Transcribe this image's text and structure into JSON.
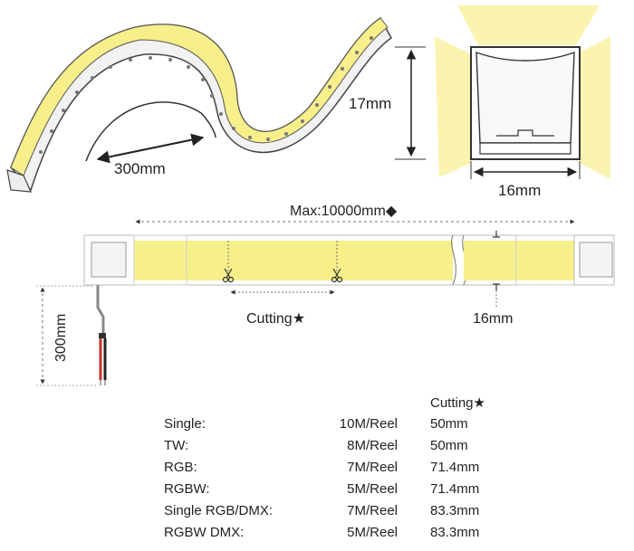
{
  "labels": {
    "bend_length": "300mm",
    "height": "17mm",
    "width_profile": "16mm",
    "max_length": "Max:10000mm◆",
    "cutting": "Cutting★",
    "width_strip": "16mm",
    "lead_length": "300mm"
  },
  "spec_table": {
    "header_cutting": "Cutting★",
    "rows": [
      {
        "name": "Single:",
        "reel": "10M/Reel",
        "cutting": "50mm"
      },
      {
        "name": "TW:",
        "reel": "8M/Reel",
        "cutting": "50mm"
      },
      {
        "name": "RGB:",
        "reel": "7M/Reel",
        "cutting": "71.4mm"
      },
      {
        "name": "RGBW:",
        "reel": "5M/Reel",
        "cutting": "71.4mm"
      },
      {
        "name": "Single RGB/DMX:",
        "reel": "7M/Reel",
        "cutting": "83.3mm"
      },
      {
        "name": "RGBW DMX:",
        "reel": "5M/Reel",
        "cutting": "83.3mm"
      }
    ]
  },
  "colors": {
    "led_yellow": "#f7ef8a",
    "glow_yellow": "#fbf3b0",
    "line": "#333333",
    "wire_red": "#c8302c"
  },
  "icons": [
    "scissors-icon",
    "diamond-icon",
    "star-icon"
  ]
}
